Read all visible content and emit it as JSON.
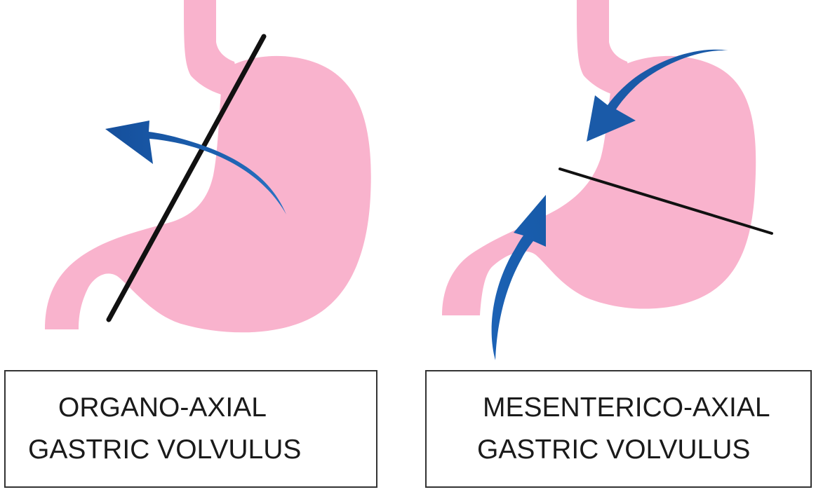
{
  "colors": {
    "stomach": "#f9b3cd",
    "arrow": "#1c5fae",
    "axis": "#111111",
    "box_border": "#333333"
  },
  "left_panel": {
    "caption_line1": "ORGANO-AXIAL",
    "caption_line2": "GASTRIC VOLVULUS"
  },
  "right_panel": {
    "caption_line1": "MESENTERICO-AXIAL",
    "caption_line2": "GASTRIC VOLVULUS"
  }
}
